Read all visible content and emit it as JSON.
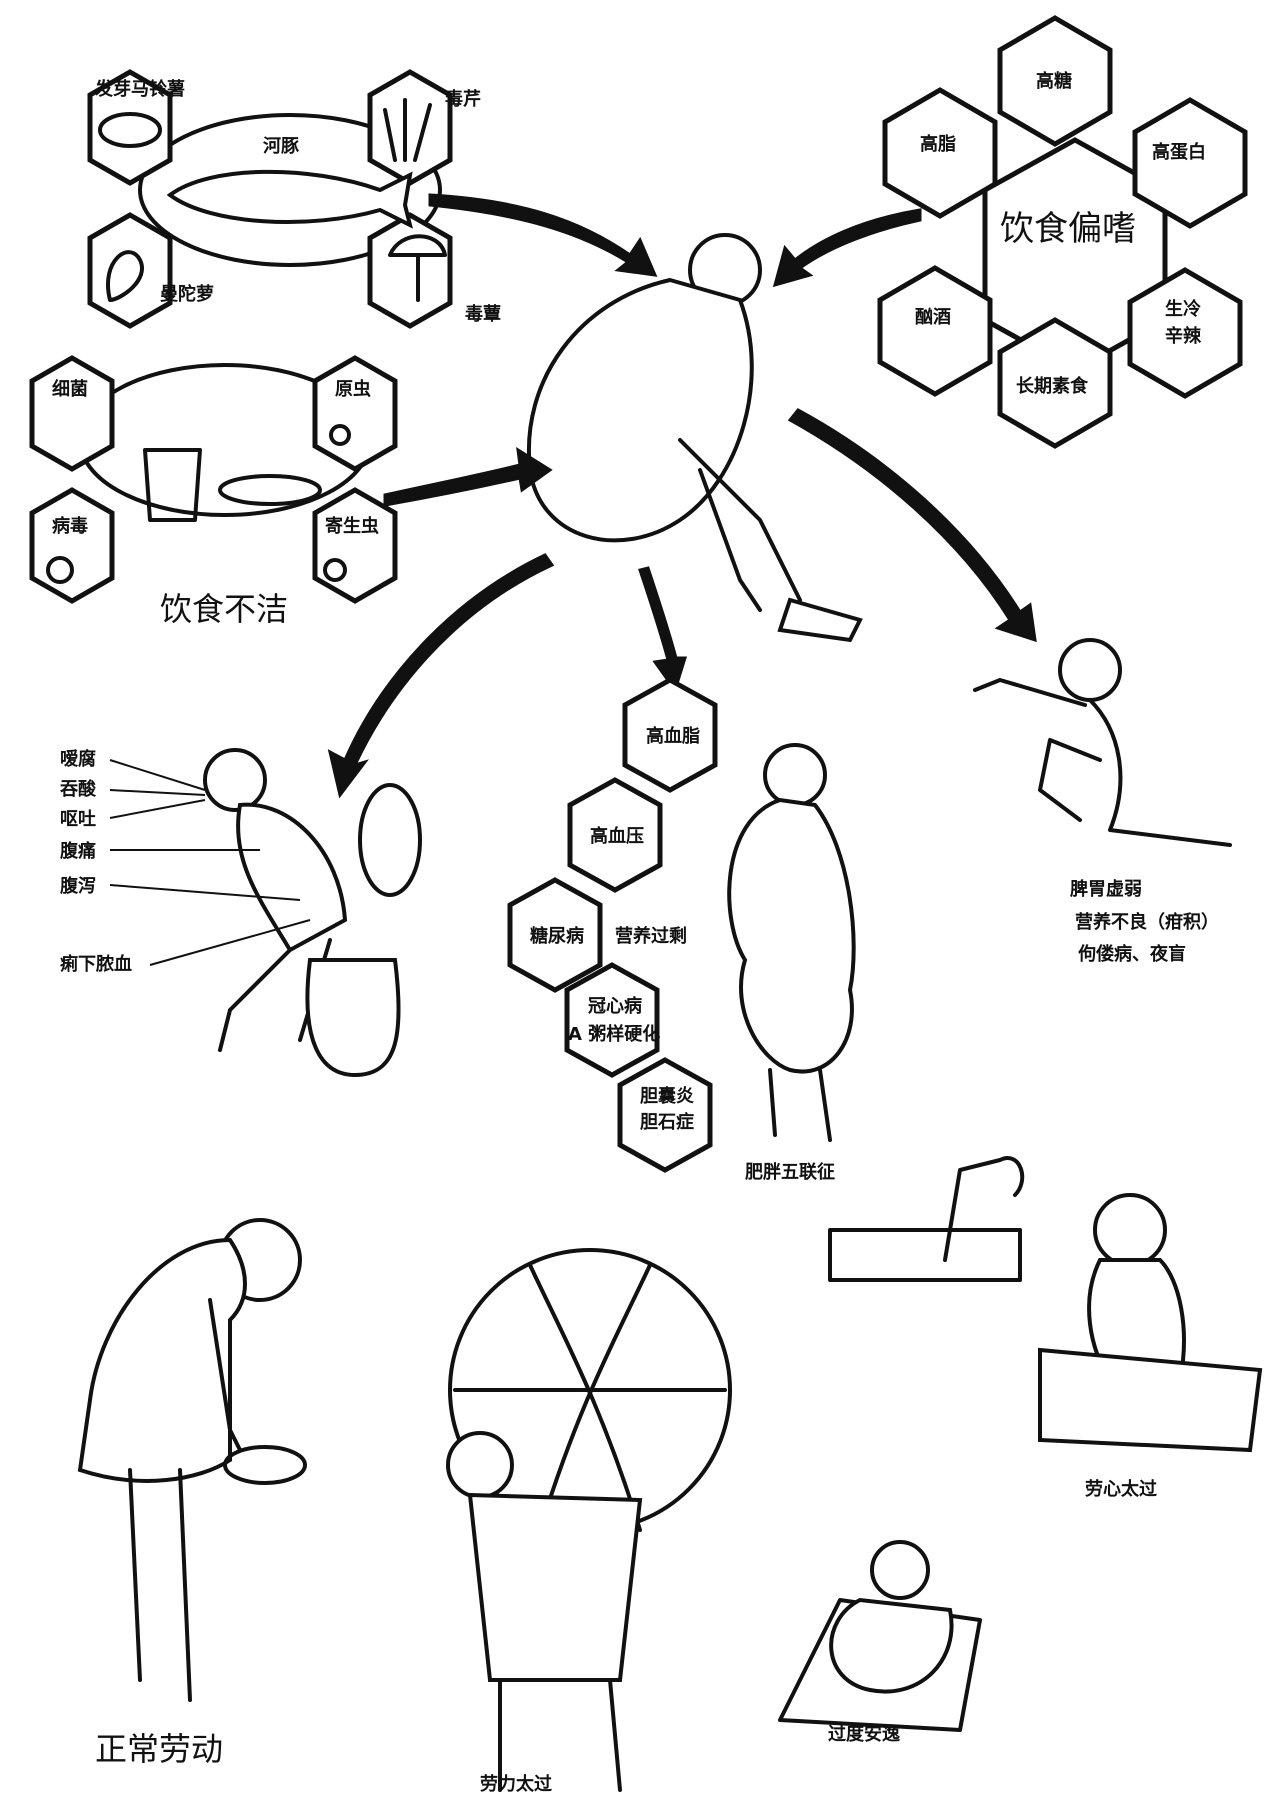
{
  "food_poisoning": {
    "items": [
      "发芽马铃薯",
      "毒芹",
      "河豚",
      "曼陀萝",
      "毒蕈"
    ]
  },
  "unclean_food": {
    "title": "饮食不洁",
    "items": [
      "细菌",
      "原虫",
      "病毒",
      "寄生虫"
    ]
  },
  "food_preference": {
    "title": "饮食偏嗜",
    "items": [
      "高糖",
      "高脂",
      "高蛋白",
      "生冷",
      "辛辣",
      "酗酒",
      "长期素食"
    ]
  },
  "gi_symptoms": [
    "嗳腐",
    "吞酸",
    "呕吐",
    "腹痛",
    "腹泻",
    "痢下脓血"
  ],
  "overnutrition": {
    "label": "营养过剩",
    "diseases": [
      "高血脂",
      "高血压",
      "糖尿病",
      "冠心病",
      "A 粥样硬化",
      "胆囊炎",
      "胆石症"
    ],
    "caption": "肥胖五联征"
  },
  "spleen_weakness": {
    "lines": [
      "脾胃虚弱",
      "营养不良（疳积）",
      "佝偻病、夜盲"
    ]
  },
  "labor": {
    "normal": "正常劳动",
    "physical_overwork": "劳力太过",
    "mental_overwork": "劳心太过",
    "excessive_rest": "过度安逸"
  }
}
